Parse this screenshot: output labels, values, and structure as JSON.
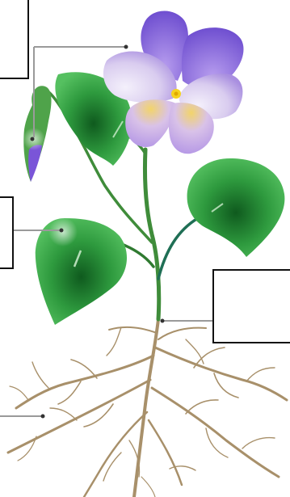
{
  "diagram": {
    "subject": "",
    "labels": [
      {
        "id": "flower",
        "text": ""
      },
      {
        "id": "bud",
        "text": ""
      },
      {
        "id": "leaf",
        "text": ""
      },
      {
        "id": "stem",
        "text": ""
      },
      {
        "id": "root",
        "text": ""
      }
    ],
    "colors": {
      "petal_purple": "#8a6ad8",
      "petal_light": "#d9ccef",
      "petal_yellow": "#f2d46a",
      "leaf_green": "#2e9a3e",
      "stem_green": "#3f8c3a",
      "root_brown": "#a8906a",
      "pointer_gray": "#9a9a9a",
      "box_border": "#111111"
    }
  }
}
